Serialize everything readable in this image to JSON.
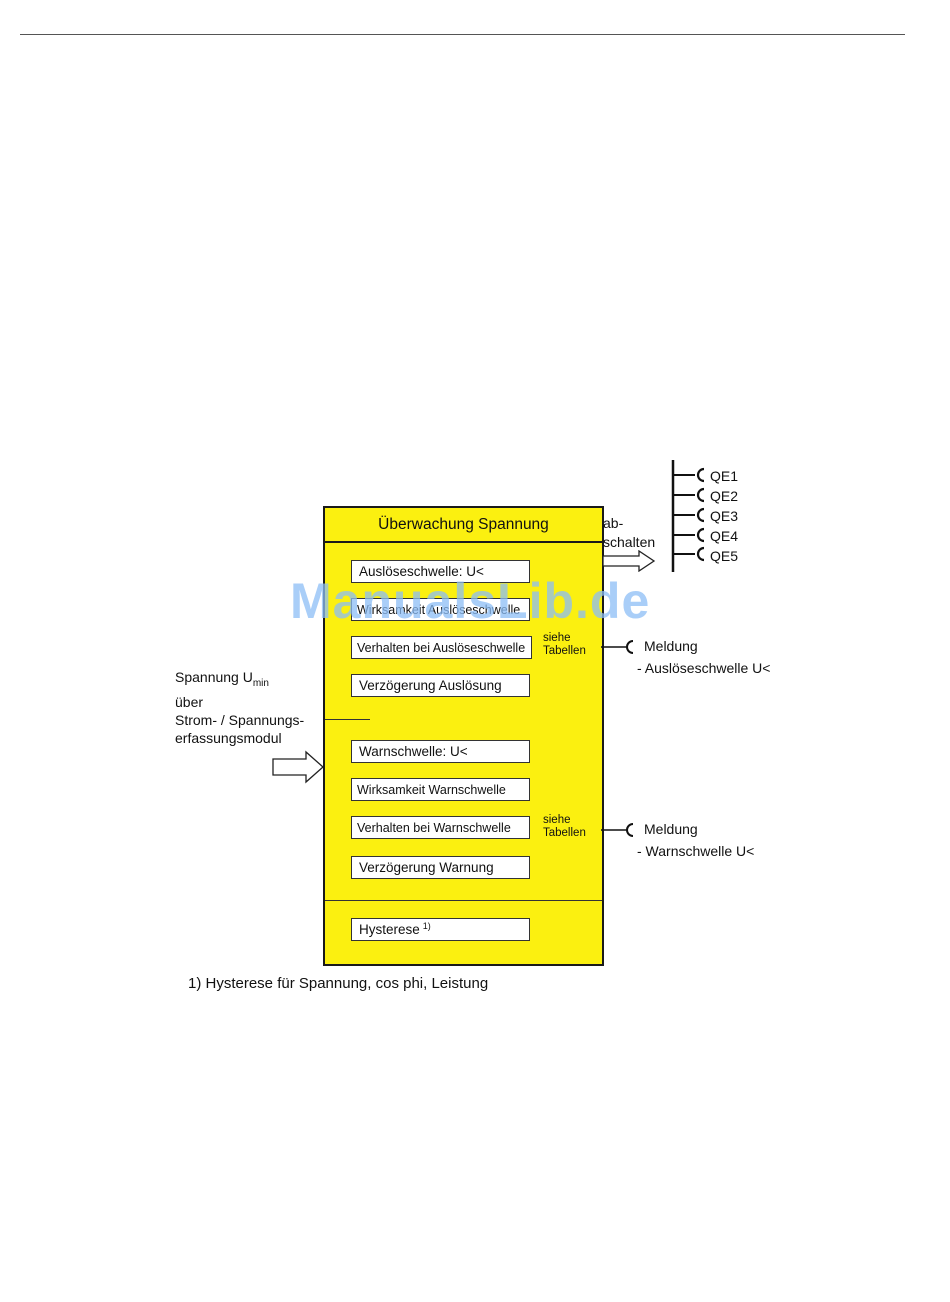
{
  "title": "Überwachung Spannung",
  "trip_group": {
    "params": [
      "Auslöseschwelle: U<",
      "Wirksamkeit Auslöseschwelle",
      "Verhalten bei Auslöseschwelle",
      "Verzögerung Auslösung"
    ],
    "siehe": "siehe",
    "tabellen": "Tabellen",
    "meldung": "Meldung",
    "meldung_detail": "- Auslöseschwelle U<"
  },
  "warn_group": {
    "params": [
      "Warnschwelle: U<",
      "Wirksamkeit Warnschwelle",
      "Verhalten bei Warnschwelle",
      "Verzögerung Warnung"
    ],
    "siehe": "siehe",
    "tabellen": "Tabellen",
    "meldung": "Meldung",
    "meldung_detail": "- Warnschwelle U<"
  },
  "hysterese": {
    "label": "Hysterese",
    "footnote_mark": "1)"
  },
  "input": {
    "line1": "Spannung U",
    "line1_sub": "min",
    "line2": "über",
    "line3": "Strom- / Spannungs-",
    "line4": "erfassungsmodul"
  },
  "abschalten": {
    "line1": "ab-",
    "line2": "schalten"
  },
  "outputs": [
    "QE1",
    "QE2",
    "QE3",
    "QE4",
    "QE5"
  ],
  "footnote": "1) Hysterese für Spannung, cos phi, Leistung",
  "watermark": "ManualsLib.de"
}
